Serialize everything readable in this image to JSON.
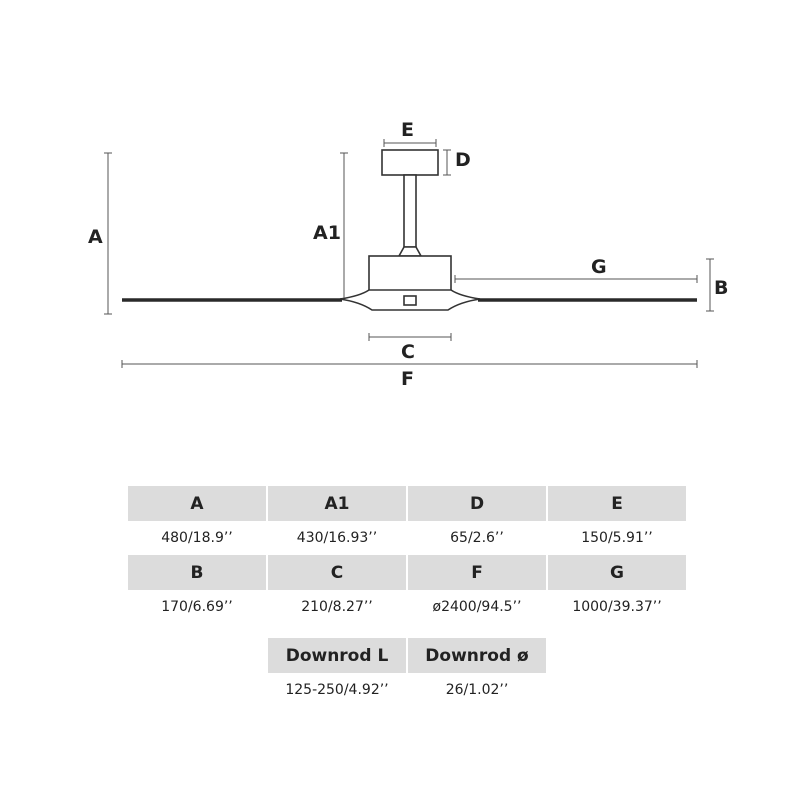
{
  "diagram": {
    "labels": {
      "A": "A",
      "A1": "A1",
      "B": "B",
      "C": "C",
      "D": "D",
      "E": "E",
      "F": "F",
      "G": "G"
    }
  },
  "table": {
    "row1": [
      {
        "header": "A",
        "value": "480/18.9’’"
      },
      {
        "header": "A1",
        "value": "430/16.93’’"
      },
      {
        "header": "D",
        "value": "65/2.6’’"
      },
      {
        "header": "E",
        "value": "150/5.91’’"
      }
    ],
    "row2": [
      {
        "header": "B",
        "value": "170/6.69’’"
      },
      {
        "header": "C",
        "value": "210/8.27’’"
      },
      {
        "header": "F",
        "value": "ø2400/94.5’’"
      },
      {
        "header": "G",
        "value": "1000/39.37’’"
      }
    ],
    "row3": [
      {
        "header": "Downrod L",
        "value": "125-250/4.92’’"
      },
      {
        "header": "Downrod ø",
        "value": "26/1.02’’"
      }
    ]
  },
  "colors": {
    "header_bg": "#dcdcdc",
    "line": "#2a2a2a"
  }
}
